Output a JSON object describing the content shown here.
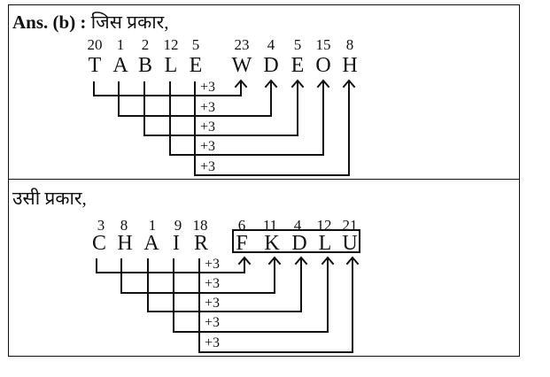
{
  "section1": {
    "heading_bold": "Ans. (b) :",
    "heading_text": " जिस प्रकार,",
    "source_word": {
      "letters": [
        "T",
        "A",
        "B",
        "L",
        "E"
      ],
      "numbers": [
        "20",
        "1",
        "2",
        "12",
        "5"
      ]
    },
    "result_word": {
      "letters": [
        "W",
        "D",
        "E",
        "O",
        "H"
      ],
      "numbers": [
        "23",
        "4",
        "5",
        "15",
        "8"
      ]
    },
    "operations": [
      "+3",
      "+3",
      "+3",
      "+3",
      "+3"
    ]
  },
  "section2": {
    "heading_text": "उसी प्रकार,",
    "source_word": {
      "letters": [
        "C",
        "H",
        "A",
        "I",
        "R"
      ],
      "numbers": [
        "3",
        "8",
        "1",
        "9",
        "18"
      ]
    },
    "result_word": {
      "letters": [
        "F",
        "K",
        "D",
        "L",
        "U"
      ],
      "numbers": [
        "6",
        "11",
        "4",
        "12",
        "21"
      ],
      "boxed": true
    },
    "operations": [
      "+3",
      "+3",
      "+3",
      "+3",
      "+3"
    ]
  }
}
